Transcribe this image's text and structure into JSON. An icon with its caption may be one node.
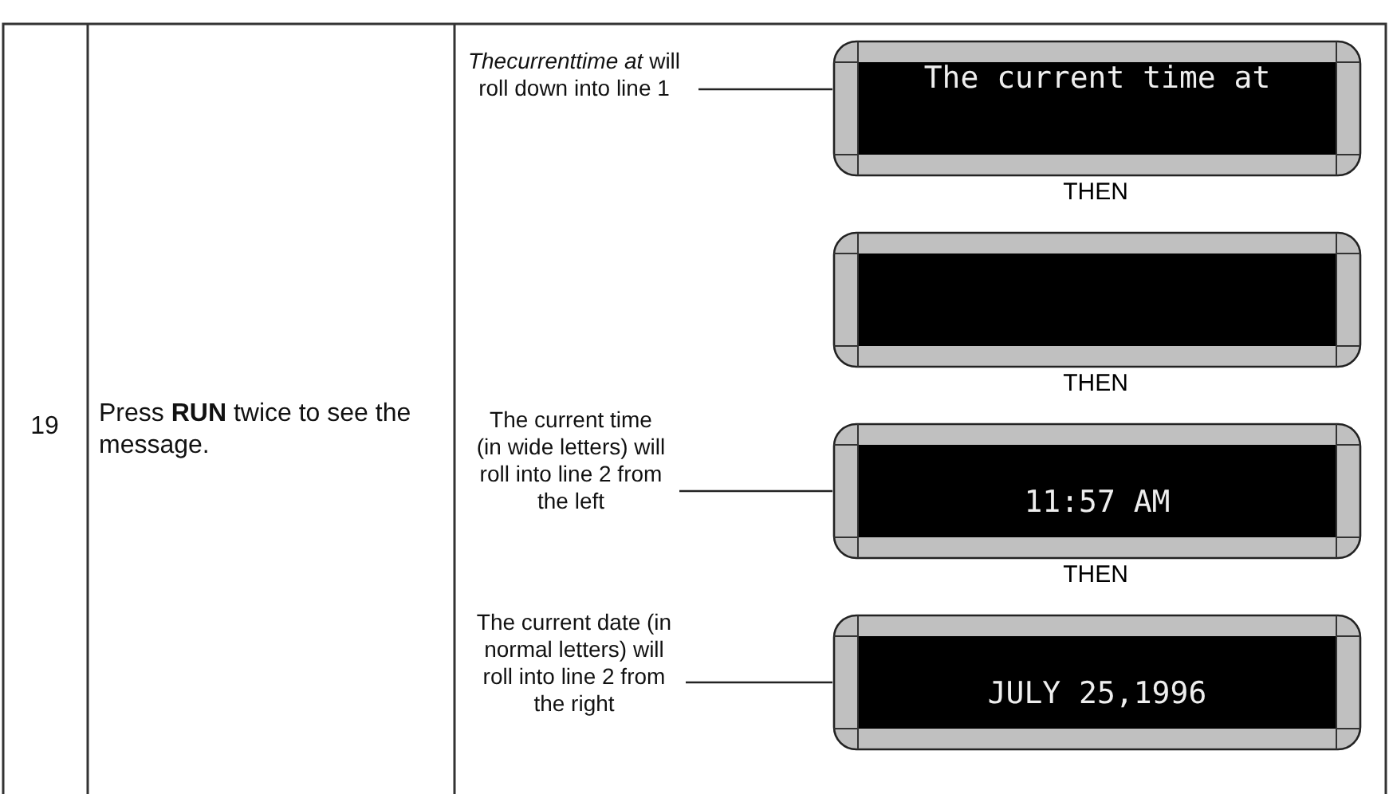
{
  "diagram": {
    "nodes": [
      {
        "text": [
          "*Thecurrenttime at* will roll down into line 1"
        ]
      },
      {
        "text": [
          "The current time at"
        ]
      },
      {
        "text": [],
        "shape": "box"
      },
      {
        "text": [
          "The current time (in wide letters) will roll into line 2 from the left"
        ]
      },
      {
        "text": [
          "11:57 AM"
        ]
      },
      {
        "text": [
          "The current date (in normal letters) will roll into line 2 from the right"
        ]
      },
      {
        "text": [
          "JULY 25,1996"
        ]
      }
    ],
    "edges": [
      {
        "from": 0,
        "to": 1,
        "arrow": "none"
      },
      {
        "from": 3,
        "to": 4,
        "arrow": "none"
      },
      {
        "from": 5,
        "to": 6,
        "arrow": "none"
      }
    ],
    "labels": [
      "19",
      "Press **RUN** twice to see the message.",
      "THEN",
      "THEN",
      "THEN"
    ]
  }
}
